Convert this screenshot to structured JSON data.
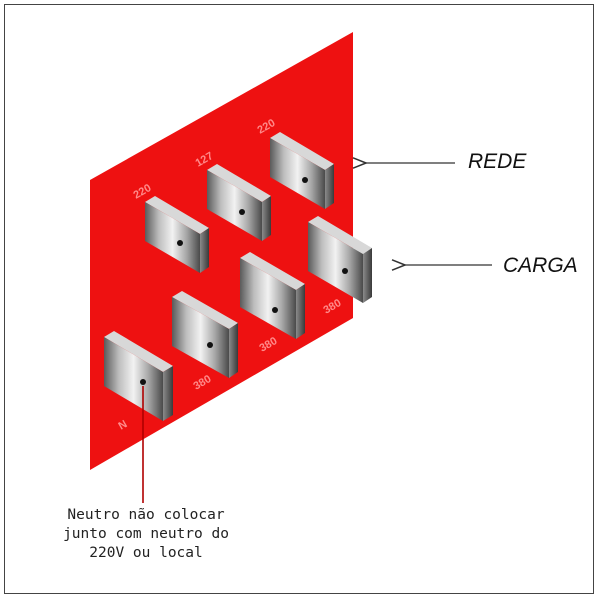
{
  "labels": {
    "rede": "REDE",
    "carga": "CARGA"
  },
  "note": {
    "line1": "Neutro não colocar",
    "line2": "junto com neutro do",
    "line3": "220V ou local"
  },
  "terminals": {
    "rede_left": "220",
    "rede_mid": "127",
    "rede_right": "220",
    "carga_right": "380",
    "carga_mid": "380",
    "carga_left": "380",
    "neutral": "N"
  },
  "colors": {
    "panel": "#ee1111",
    "terminal_face": "#9a9a9a",
    "terminal_label": "#ff8a8a"
  }
}
